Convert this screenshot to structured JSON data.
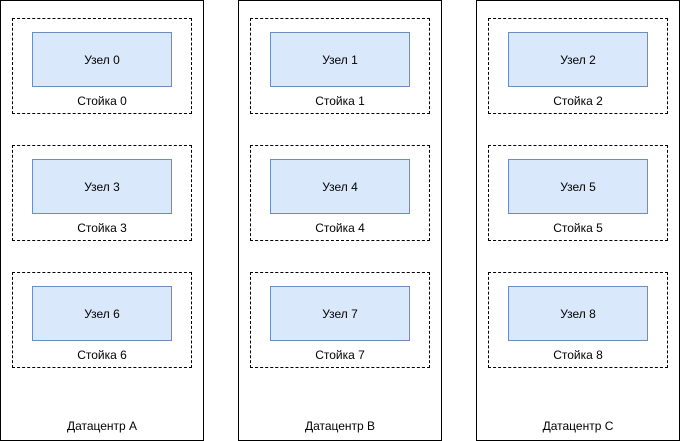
{
  "colors": {
    "node_fill": "#dae8fc",
    "node_border": "#6c8ebf",
    "container_border": "#000000",
    "background": "#ffffff"
  },
  "datacenters": [
    {
      "label": "Датацентр A",
      "racks": [
        {
          "label": "Стойка 0",
          "node_label": "Узел 0"
        },
        {
          "label": "Стойка 3",
          "node_label": "Узел 3"
        },
        {
          "label": "Стойка 6",
          "node_label": "Узел 6"
        }
      ]
    },
    {
      "label": "Датацентр B",
      "racks": [
        {
          "label": "Стойка 1",
          "node_label": "Узел 1"
        },
        {
          "label": "Стойка 4",
          "node_label": "Узел 4"
        },
        {
          "label": "Стойка 7",
          "node_label": "Узел 7"
        }
      ]
    },
    {
      "label": "Датацентр C",
      "racks": [
        {
          "label": "Стойка 2",
          "node_label": "Узел 2"
        },
        {
          "label": "Стойка 5",
          "node_label": "Узел 5"
        },
        {
          "label": "Стойка 8",
          "node_label": "Узел 8"
        }
      ]
    }
  ]
}
